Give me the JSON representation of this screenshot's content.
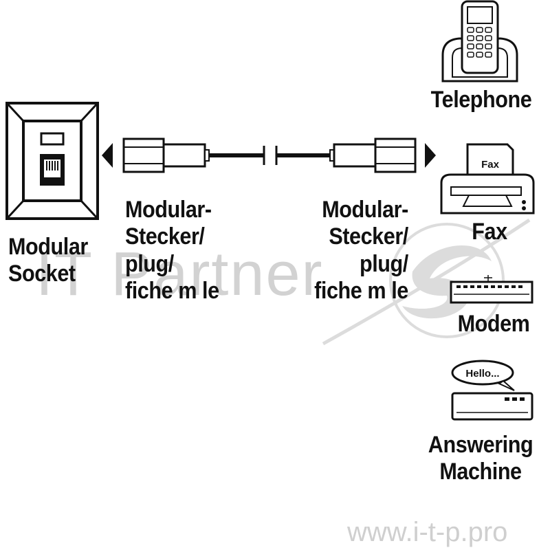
{
  "labels": {
    "socket": [
      "Modular",
      "Socket"
    ],
    "left_plug": [
      "Modular-",
      "Stecker/",
      "plug/",
      "fiche m le"
    ],
    "right_plug": [
      "Modular-",
      "Stecker/",
      "plug/",
      "fiche m le"
    ],
    "telephone": "Telephone",
    "fax": "Fax",
    "fax_paper": "Fax",
    "modem": "Modem",
    "answering": [
      "Answering",
      "Machine"
    ],
    "speech_bubble": "Hello..."
  },
  "watermark": {
    "brand": "IT Partner",
    "site": "www.i-t-p.pro"
  },
  "colors": {
    "ink": "#111111",
    "watermark": "#d2d2d2"
  }
}
